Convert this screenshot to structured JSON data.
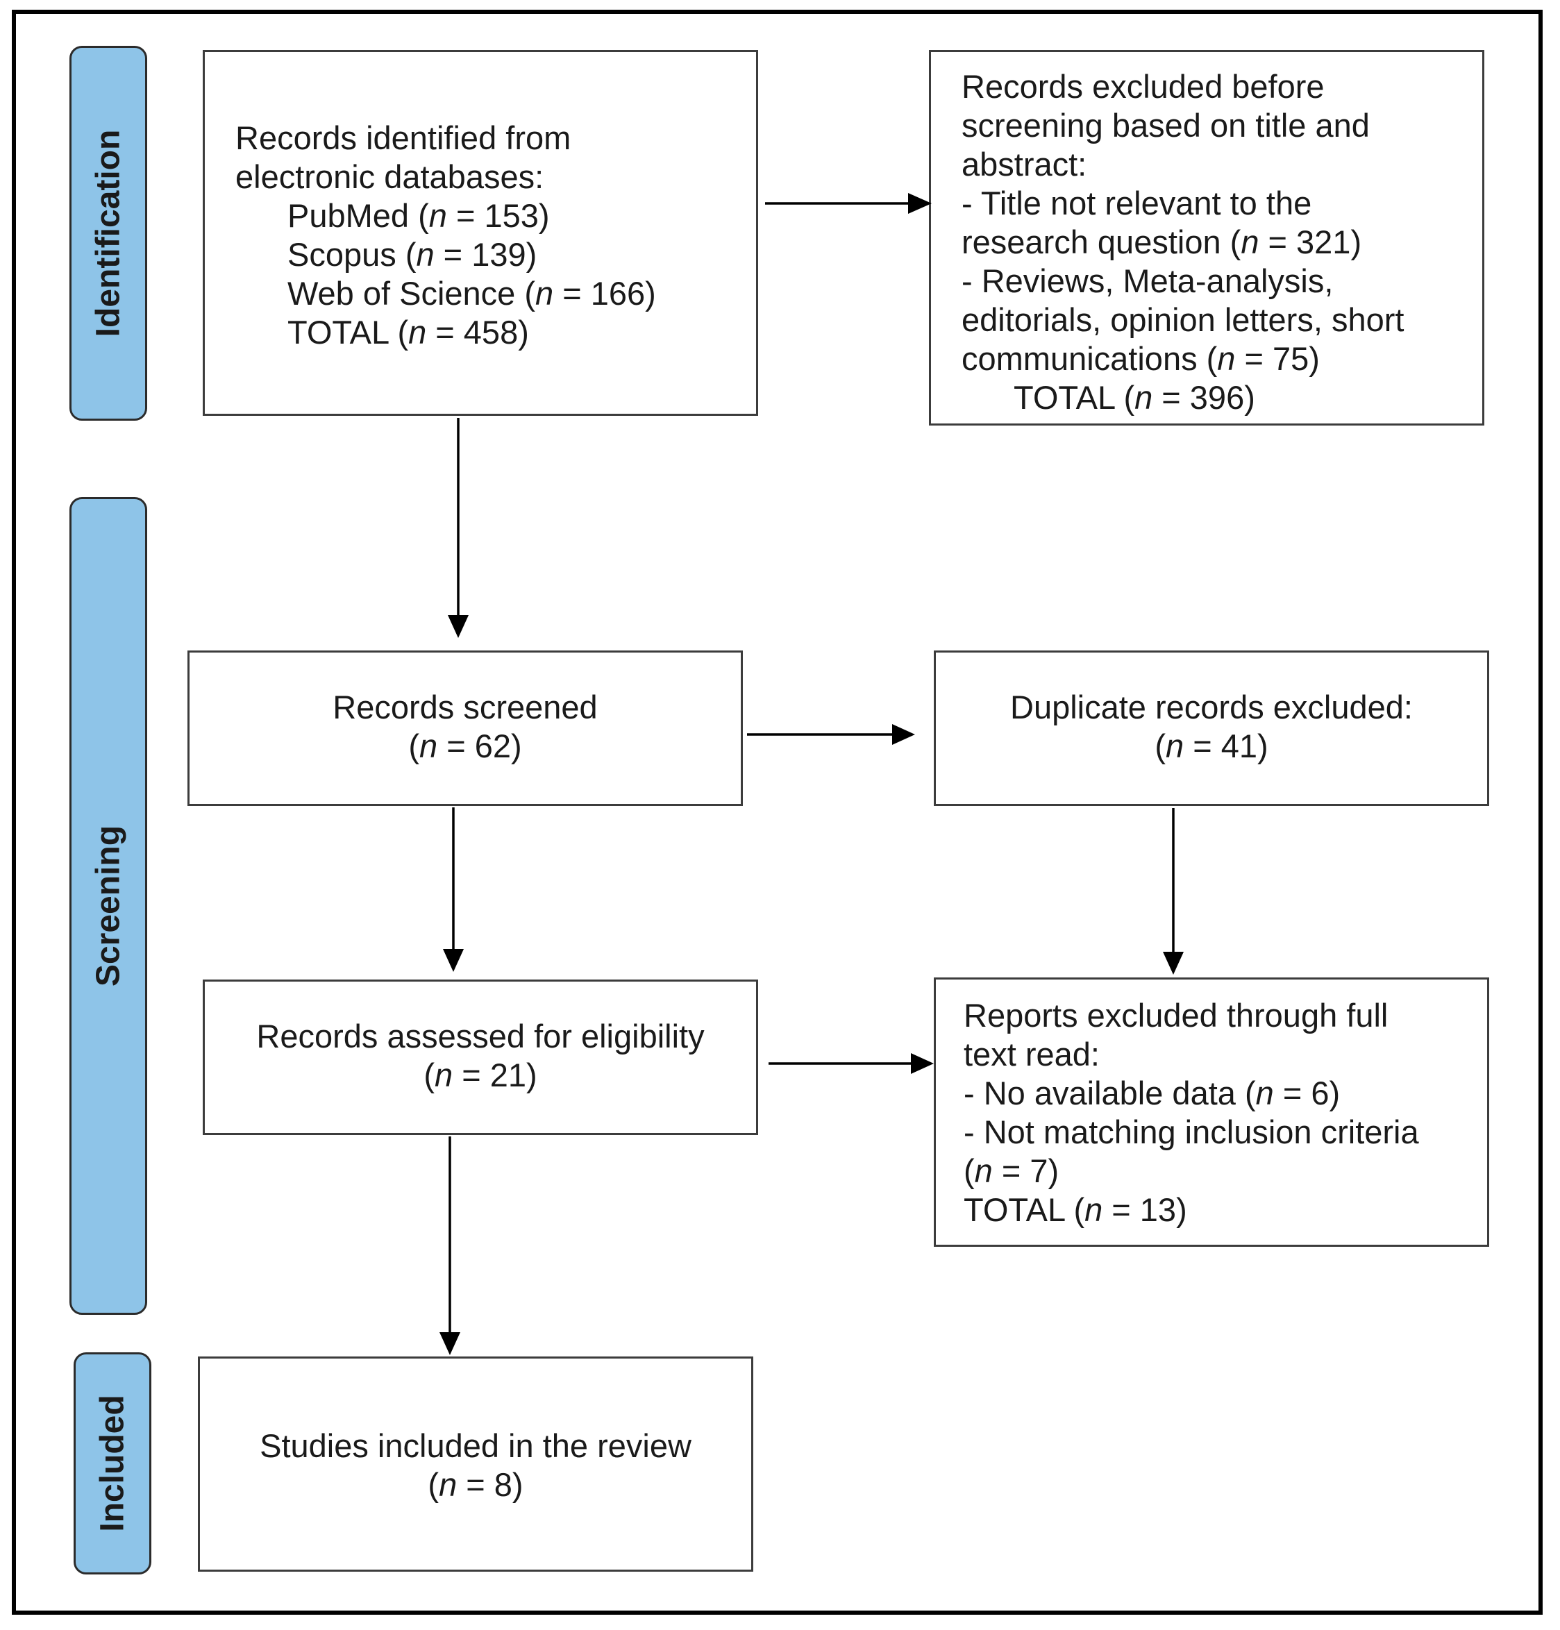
{
  "stages": {
    "identification": "Identification",
    "screening": "Screening",
    "included": "Included"
  },
  "identified": {
    "heading_1": "Records identified from",
    "heading_2": "electronic databases:",
    "sources": [
      {
        "name": "PubMed (",
        "n": "n",
        "rest": " = 153)"
      },
      {
        "name": "Scopus (",
        "n": "n",
        "rest": " = 139)"
      },
      {
        "name": "Web of Science (",
        "n": "n",
        "rest": " = 166)"
      },
      {
        "name": "TOTAL (",
        "n": "n",
        "rest": " = 458)"
      }
    ]
  },
  "excluded_before": {
    "line_1": "Records excluded before",
    "line_2": "screening based on title and",
    "line_3": "abstract:",
    "line_4": "- Title not relevant to the",
    "line_5a": "research question (",
    "line_5n": "n",
    "line_5b": " = 321)",
    "line_6": "- Reviews, Meta-analysis,",
    "line_7": "editorials, opinion letters, short",
    "line_8a": "communications (",
    "line_8n": "n",
    "line_8b": " = 75)",
    "total_a": "TOTAL (",
    "total_n": "n",
    "total_b": " = 396)"
  },
  "screened": {
    "label": "Records screened",
    "count_a": "(",
    "count_n": "n",
    "count_b": " = 62)"
  },
  "duplicates": {
    "label": "Duplicate records excluded:",
    "count_a": "(",
    "count_n": "n",
    "count_b": " = 41)"
  },
  "eligibility": {
    "label": "Records assessed for eligibility",
    "count_a": "(",
    "count_n": "n",
    "count_b": " = 21)"
  },
  "reports_excluded": {
    "line_1": "Reports excluded through full",
    "line_2": "text read:",
    "line_3a": "- No available data (",
    "line_3n": "n",
    "line_3b": " = 6)",
    "line_4": "- Not matching inclusion criteria",
    "line_5a": "(",
    "line_5n": "n",
    "line_5b": " = 7)",
    "total_a": "TOTAL (",
    "total_n": "n",
    "total_b": " = 13)"
  },
  "included_box": {
    "label": "Studies included in the review",
    "count_a": "(",
    "count_n": "n",
    "count_b": " = 8)"
  },
  "colors": {
    "stage_fill": "#8ec4e8",
    "border": "#000000"
  }
}
